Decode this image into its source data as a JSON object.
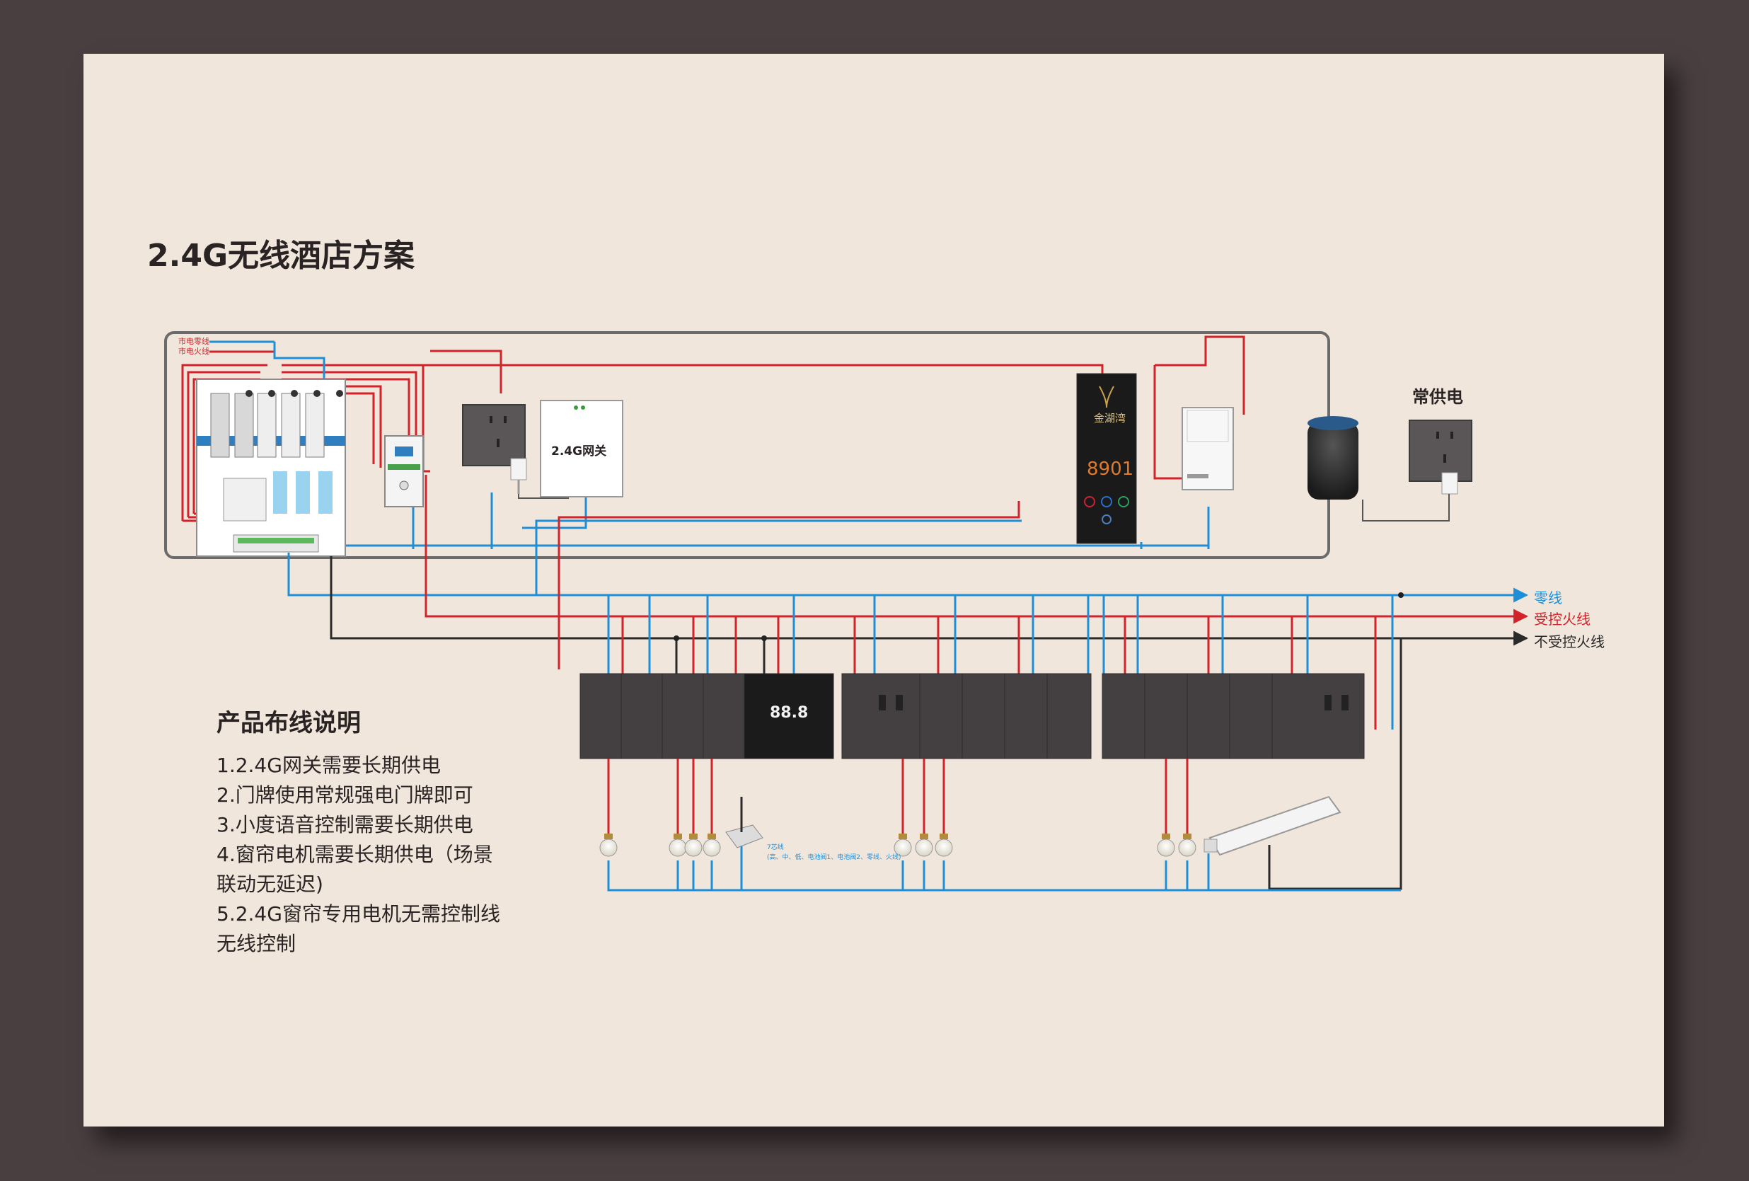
{
  "title": "2.4G无线酒店方案",
  "supply_labels": {
    "neutral": "市电零线",
    "live": "市电火线"
  },
  "gateway_label": "2.4G网关",
  "always_powered_label": "常供电",
  "doorplate": {
    "brand": "金湖湾",
    "room_number": "8901"
  },
  "legend": {
    "neutral": "零线",
    "controlled_live": "受控火线",
    "uncontrolled_live": "不受控火线"
  },
  "wire_note": {
    "line1": "7芯线",
    "line2": "(高、中、低、电池阀1、电池阀2、零线、火线)"
  },
  "notes": {
    "title": "产品布线说明",
    "items": [
      "1.2.4G网关需要长期供电",
      "2.门牌使用常规强电门牌即可",
      "3.小度语音控制需要长期供电",
      "4.窗帘电机需要长期供电（场景",
      " 联动无延迟)",
      "5.2.4G窗帘专用电机无需控制线",
      " 无线控制"
    ]
  },
  "thermostat_display": "88.8",
  "colors": {
    "page_bg": "#4a3f40",
    "sheet_bg": "#f1e6dc",
    "neutral_wire": "#1e8fd6",
    "live_wire": "#d2232a",
    "uncontrolled_wire": "#2a2a2a",
    "panel": "#3e3a3b"
  }
}
